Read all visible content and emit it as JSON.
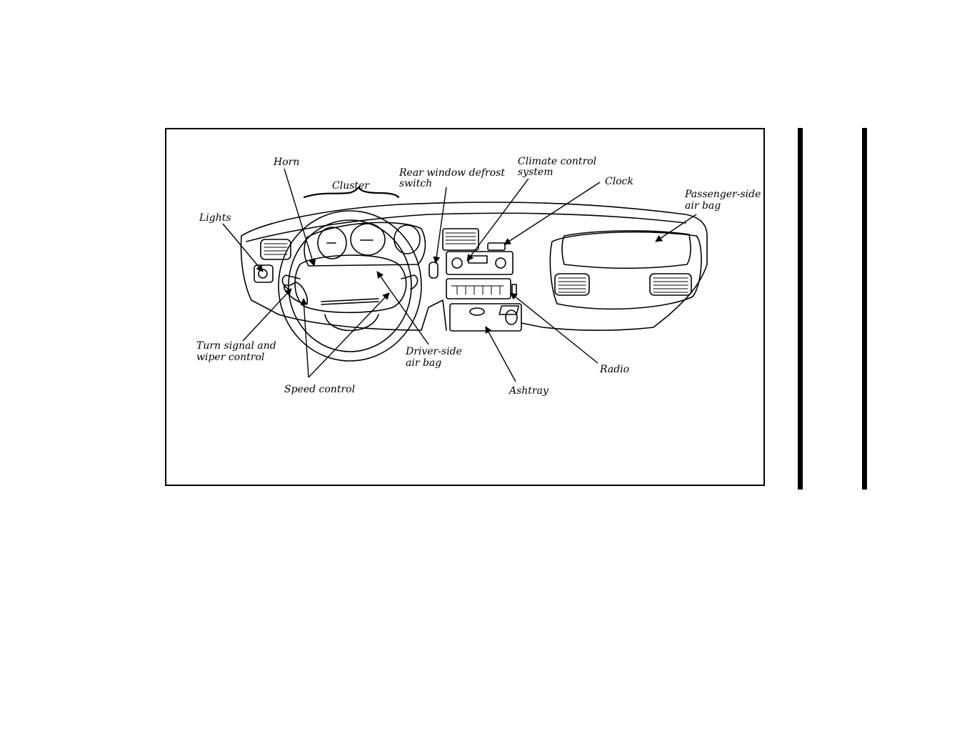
{
  "diagram": {
    "labels": {
      "horn": "Horn",
      "cluster": "Cluster",
      "rear_defrost_1": "Rear window defrost",
      "rear_defrost_2": "switch",
      "climate_1": "Climate control",
      "climate_2": "system",
      "clock": "Clock",
      "passenger_airbag_1": "Passenger-side",
      "passenger_airbag_2": "air bag",
      "lights": "Lights",
      "turn_signal_1": "Turn signal and",
      "turn_signal_2": "wiper control",
      "speed_control": "Speed control",
      "driver_airbag_1": "Driver-side",
      "driver_airbag_2": "air bag",
      "ashtray": "Ashtray",
      "radio": "Radio"
    },
    "colors": {
      "ink": "#000000",
      "paper": "#ffffff"
    }
  }
}
